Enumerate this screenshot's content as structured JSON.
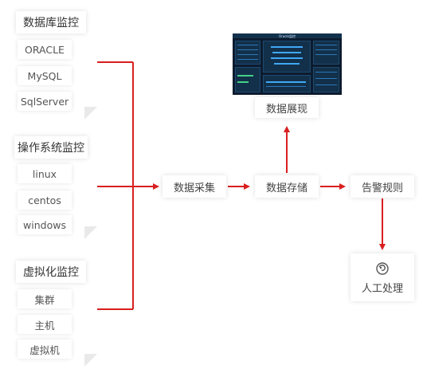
{
  "groups": {
    "database": {
      "title": "数据库监控",
      "items": [
        "ORACLE",
        "MySQL",
        "SqlServer"
      ]
    },
    "os": {
      "title": "操作系统监控",
      "items": [
        "linux",
        "centos",
        "windows"
      ]
    },
    "virtual": {
      "title": "虚拟化监控",
      "items": [
        "集群",
        "主机",
        "虚拟机"
      ]
    }
  },
  "flow": {
    "collect": "数据采集",
    "store": "数据存储",
    "alert": "告警规则",
    "display": "数据展现",
    "manual": "人工处理"
  },
  "dashboard": {
    "title": "Oracle监控"
  },
  "colors": {
    "arrow": "#d91f1f",
    "fold": "#e9e9e9"
  },
  "icons": {
    "manual": "hand-icon"
  }
}
